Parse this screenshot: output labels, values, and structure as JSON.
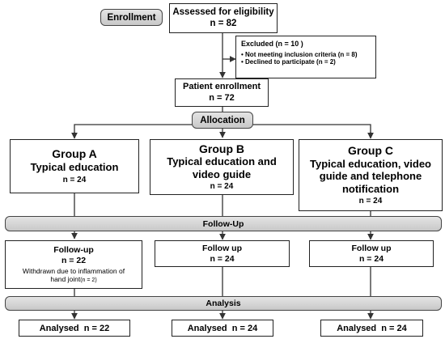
{
  "enrollment": {
    "label": "Enrollment"
  },
  "assessed": {
    "line1": "Assessed for eligibility",
    "line2": "n = 82"
  },
  "excluded": {
    "title": "Excluded (n = 10 )",
    "reason1": "Not meeting inclusion criteria (n = 8)",
    "reason2": "Declined to participate (n = 2)"
  },
  "patient_enrollment": {
    "line1": "Patient enrollment",
    "line2": "n = 72"
  },
  "allocation": {
    "label": "Allocation"
  },
  "groups": [
    {
      "title": "Group A",
      "desc1": "Typical education",
      "desc2": "",
      "desc3": "",
      "n": "n = 24"
    },
    {
      "title": "Group B",
      "desc1": "Typical education and",
      "desc2": "video guide",
      "desc3": "",
      "n": "n = 24"
    },
    {
      "title": "Group C",
      "desc1": "Typical education, video",
      "desc2": "guide and telephone",
      "desc3": "notification",
      "n": "n = 24"
    }
  ],
  "followup_stage": {
    "label": "Follow-Up"
  },
  "followups": [
    {
      "title": "Follow-up",
      "n": "n = 22",
      "note1": "Withdrawn due to inflammation of",
      "note2": "hand joint",
      "note3": "(n = 2)"
    },
    {
      "title": "Follow up",
      "n": "n = 24"
    },
    {
      "title": "Follow up",
      "n": "n = 24"
    }
  ],
  "analysis_stage": {
    "label": "Analysis"
  },
  "analysed": [
    {
      "label": "Analysed  n = 22"
    },
    {
      "label": "Analysed  n = 24"
    },
    {
      "label": "Analysed  n = 24"
    }
  ]
}
